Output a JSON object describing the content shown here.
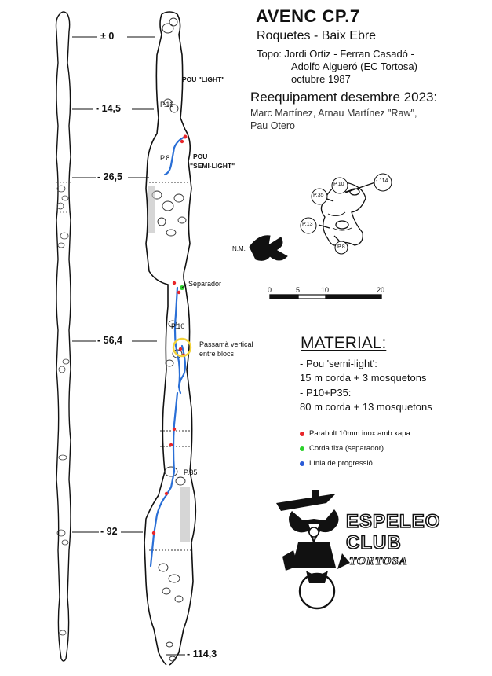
{
  "header": {
    "title": "AVENC CP.7",
    "subtitle": "Roquetes - Baix Ebre",
    "topo_line1": "Topo: Jordi Ortiz - Ferran Casadó -",
    "topo_line2": "Adolfo Algueró  (EC Tortosa)",
    "topo_line3": "octubre 1987",
    "reequip_title": "Reequipament desembre 2023:",
    "reequip_line1": "Marc Martínez, Arnau Martínez \"Raw\",",
    "reequip_line2": "Pau Otero"
  },
  "depths": [
    {
      "label": "± 0",
      "value": 0
    },
    {
      "label": "- 14,5",
      "value": -14.5
    },
    {
      "label": "- 26,5",
      "value": -26.5
    },
    {
      "label": "- 56,4",
      "value": -56.4
    },
    {
      "label": "- 92",
      "value": -92
    },
    {
      "label": "- 114,3",
      "value": -114.3
    }
  ],
  "section_labels": {
    "pou_light": "POU \"LIGHT\"",
    "p13": "P.13",
    "p8": "P.8",
    "pou_semi_1": "POU",
    "pou_semi_2": "\"SEMI-LIGHT\"",
    "separador": "Separador",
    "p10": "P.10",
    "passama_1": "Passamà vertical",
    "passama_2": "entre blocs",
    "p35": "P.35"
  },
  "plan": {
    "p10": "P.10",
    "m114": "- 114",
    "p35": "P.35",
    "p13": "P.13",
    "p8": "P.8",
    "nm": "N.M."
  },
  "scale": {
    "ticks": [
      "0",
      "5",
      "10",
      "20"
    ]
  },
  "material": {
    "title": "MATERIAL:",
    "line1": "- Pou 'semi-light':",
    "line2": "15 m corda + 3 mosquetons",
    "line3": "- P10+P35:",
    "line4": "80 m corda + 13 mosquetons"
  },
  "legend": [
    {
      "label": "Parabolt 10mm inox amb xapa",
      "color": "#e8262a"
    },
    {
      "label": "Corda fixa (separador)",
      "color": "#2bd12b"
    },
    {
      "label": "Línia de progressió",
      "color": "#2a5bd7"
    }
  ],
  "club": {
    "line1": "ESPELEO",
    "line2": "CLUB",
    "line3": "TORTOSA"
  },
  "colors": {
    "rope": "#2a6fd6",
    "bolt": "#e8262a",
    "fixed": "#2bd12b",
    "highlight": "#f2d23a"
  }
}
